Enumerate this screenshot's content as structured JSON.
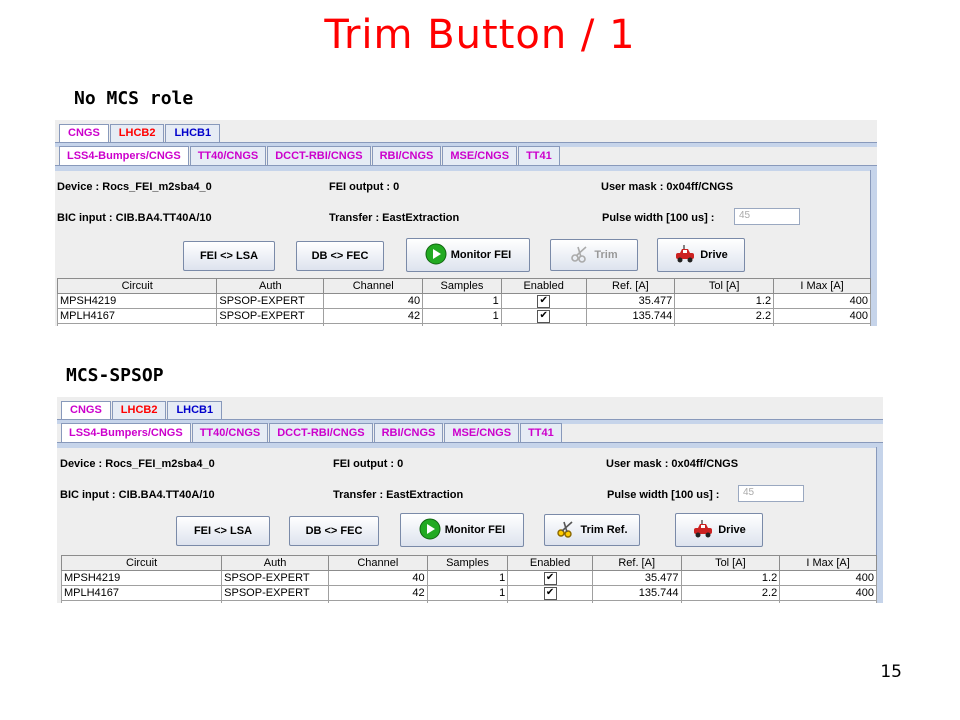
{
  "slide": {
    "title": "Trim Button / 1",
    "page_number": "15"
  },
  "section1": {
    "label": "No MCS role"
  },
  "section2": {
    "label": "MCS-SPSOP"
  },
  "panel": {
    "outer_tabs": [
      {
        "label": "CNGS",
        "color": "#cc00cc"
      },
      {
        "label": "LHCB2",
        "color": "#ff0000"
      },
      {
        "label": "LHCB1",
        "color": "#0000cc"
      }
    ],
    "inner_tabs": [
      "LSS4-Bumpers/CNGS",
      "TT40/CNGS",
      "DCCT-RBI/CNGS",
      "RBI/CNGS",
      "MSE/CNGS",
      "TT41"
    ],
    "device": "Device : Rocs_FEI_m2sba4_0",
    "fei_output": "FEI output : 0",
    "user_mask": "User mask : 0x04ff/CNGS",
    "bic_input": "BIC input : CIB.BA4.TT40A/10",
    "transfer": "Transfer : EastExtraction",
    "pulse_width_label": "Pulse width [100 us] :",
    "pulse_width_value": "45",
    "buttons": {
      "fei_lsa": "FEI <> LSA",
      "db_fec": "DB <> FEC",
      "monitor": "Monitor FEI",
      "drive": "Drive"
    },
    "columns": [
      "Circuit",
      "Auth",
      "Channel",
      "Samples",
      "Enabled",
      "Ref. [A]",
      "Tol [A]",
      "I Max [A]"
    ],
    "rows": [
      {
        "circuit": "MPSH4219",
        "auth": "SPSOP-EXPERT",
        "channel": "40",
        "samples": "1",
        "enabled": "✔",
        "ref": "35.477",
        "tol": "1.2",
        "imax": "400"
      },
      {
        "circuit": "MPLH4167",
        "auth": "SPSOP-EXPERT",
        "channel": "42",
        "samples": "1",
        "enabled": "✔",
        "ref": "135.744",
        "tol": "2.2",
        "imax": "400"
      }
    ]
  },
  "panel1": {
    "trim_label": "Trim",
    "trim_state": "disabled"
  },
  "panel2": {
    "trim_label": "Trim Ref.",
    "trim_state": "enabled"
  },
  "colors": {
    "title": "#ff0000",
    "inner_tab_text": "#cc00cc",
    "tab_band": "#c6d4ea",
    "play": "#22aa22"
  }
}
